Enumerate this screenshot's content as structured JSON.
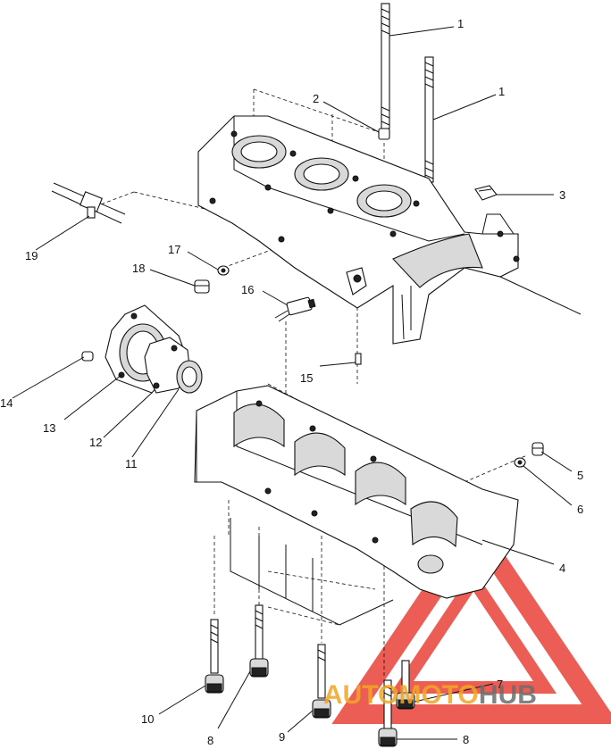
{
  "callouts": [
    {
      "id": "c1a",
      "label": "1"
    },
    {
      "id": "c1b",
      "label": "1"
    },
    {
      "id": "c2",
      "label": "2"
    },
    {
      "id": "c3",
      "label": "3"
    },
    {
      "id": "c4",
      "label": "4"
    },
    {
      "id": "c5",
      "label": "5"
    },
    {
      "id": "c6",
      "label": "6"
    },
    {
      "id": "c7",
      "label": "7"
    },
    {
      "id": "c8a",
      "label": "8"
    },
    {
      "id": "c8b",
      "label": "8"
    },
    {
      "id": "c9",
      "label": "9"
    },
    {
      "id": "c10",
      "label": "10"
    },
    {
      "id": "c11",
      "label": "11"
    },
    {
      "id": "c12",
      "label": "12"
    },
    {
      "id": "c13",
      "label": "13"
    },
    {
      "id": "c14",
      "label": "14"
    },
    {
      "id": "c15",
      "label": "15"
    },
    {
      "id": "c16",
      "label": "16"
    },
    {
      "id": "c17",
      "label": "17"
    },
    {
      "id": "c18",
      "label": "18"
    },
    {
      "id": "c19",
      "label": "19"
    }
  ],
  "watermark": {
    "part1": "AUTO",
    "part2": "MOTO",
    "part3": "HUB",
    "color_red": "#e8362b",
    "color_orange": "#f2a623",
    "color_gray": "#6d6d6d"
  }
}
